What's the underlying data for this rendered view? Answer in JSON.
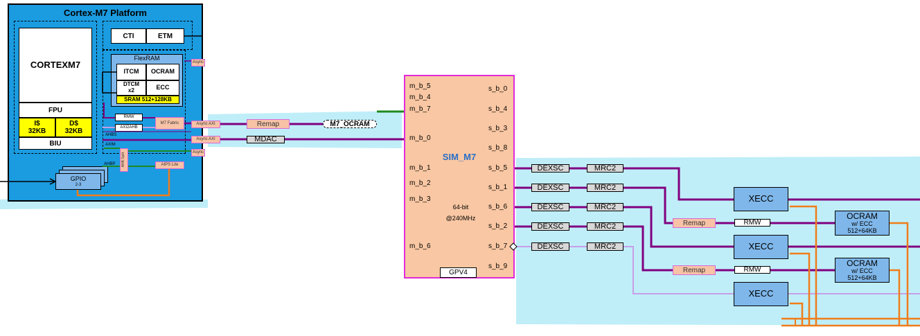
{
  "platform": {
    "title": "Cortex-M7 Platform",
    "core": "CORTEXM7",
    "fpu": "FPU",
    "icache": "I$\n32KB",
    "dcache": "D$\n32KB",
    "biu": "BIU",
    "cti": "CTI",
    "etm": "ETM",
    "flexram": "FlexRAM",
    "itcm": "ITCM",
    "ocram": "OCRAM",
    "dtcm": "DTCM\nx2",
    "ecc": "ECC",
    "sram": "SRAM 512+128KB",
    "rmw": "RMW",
    "axi2ahb": "AXI2AHB",
    "m7fabric": "M7 Fabric",
    "async1": "Async",
    "async2": "Async AXI",
    "async3": "Async AXI",
    "async4": "Async",
    "ahbs": "AHBS",
    "axim": "AXIM",
    "ahbp": "AHBP",
    "ahb_split": "AHB Split",
    "aips_lite": "AIPS Lite",
    "gpio": "GPIO",
    "gpio_sub": "2-3"
  },
  "bus": {
    "remap": "Remap",
    "m7_ocram": "M7_OCRAM",
    "mdac": "MDAC"
  },
  "sim": {
    "title": "SIM_M7",
    "spec1": "64-bit",
    "spec2": "@240MHz",
    "gpv": "GPV4",
    "left_ports": [
      "m_b_5",
      "m_b_4",
      "m_b_7",
      "m_b_0",
      "m_b_1",
      "m_b_2",
      "m_b_3",
      "m_b_6"
    ],
    "right_ports": [
      "s_b_0",
      "s_b_4",
      "s_b_3",
      "s_b_8",
      "s_b_5",
      "s_b_1",
      "s_b_6",
      "s_b_2",
      "s_b_7",
      "s_b_9"
    ]
  },
  "right": {
    "dexsc": "DEXSC",
    "mrc2": "MRC2",
    "remap": "Remap",
    "rmw": "RMW",
    "xecc": "XECC",
    "ocram_title": "OCRAM",
    "ocram_sub": "w/ ECC",
    "ocram_size": "512+64KB"
  },
  "colors": {
    "platform_bg": "#1b9be0",
    "bus_purple": "#800080",
    "bus_lilac": "#c79ee6",
    "green": "#1f8a1f",
    "orange": "#f07c1a",
    "sim_fill": "#f9c7a3",
    "sim_border": "#e02ad8",
    "cyan_glow": "#bfeef8"
  }
}
